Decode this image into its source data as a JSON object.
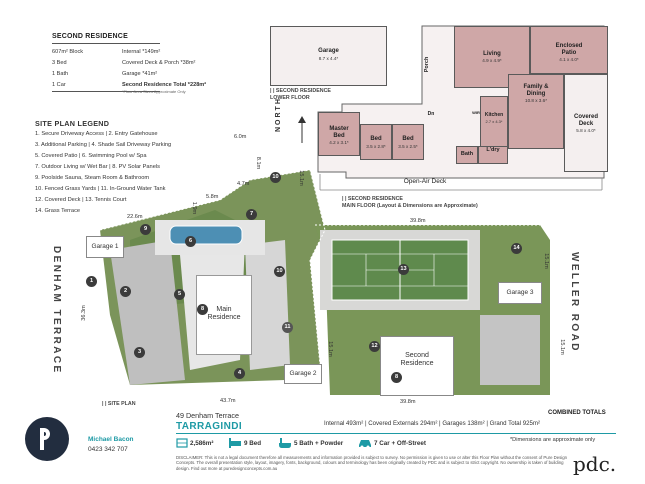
{
  "second_residence": {
    "title": "SECOND RESIDENCE",
    "rows": [
      {
        "left": "607m² Block",
        "right": "Internal *149m²"
      },
      {
        "left": "3 Bed",
        "right": "Covered Deck & Porch *38m²"
      },
      {
        "left": "1 Bath",
        "right": "Garage *41m²"
      },
      {
        "left": "1 Car",
        "right": "Second Residence Total *228m²"
      }
    ],
    "note": "*Floor Area Sizes Approximate Only"
  },
  "site_plan_legend": {
    "title": "SITE PLAN LEGEND",
    "items": [
      "1. Secure Driveway Access  |  2. Entry Gatehouse",
      "3. Additional Parking  |  4. Shade Sail Driveway Parking",
      "5. Covered Patio  |  6. Swimming Pool w/ Spa",
      "7. Outdoor Living w/ Wet Bar  |  8. PV Solar Panels",
      "9. Poolside Sauna, Steam Room & Bathroom",
      "10. Fenced Grass Yards  |  11. In-Ground Water Tank",
      "12. Covered Deck  |  13. Tennis Court",
      "14. Grass Terrace"
    ]
  },
  "lower_floor": {
    "garage_label": "Garage",
    "garage_dim": "8.7 x 4.4*",
    "caption": "| | SECOND RESIDENCE\nLOWER FLOOR"
  },
  "main_floor": {
    "rooms": {
      "living": {
        "name": "Living",
        "dim": "4.9 x 4.9*"
      },
      "enclosed_patio": {
        "name": "Enclosed\nPatio",
        "dim": "4.1 x 4.0*"
      },
      "family_dining": {
        "name": "Family &\nDining",
        "dim": "10.8 x 3.6*"
      },
      "covered_deck": {
        "name": "Covered\nDeck",
        "dim": "5.8 x 4.0*"
      },
      "master_bed": {
        "name": "Master\nBed",
        "dim": "4.2 x 3.1*"
      },
      "bed2": {
        "name": "Bed",
        "dim": "3.5 x 2.8*"
      },
      "bed3": {
        "name": "Bed",
        "dim": "3.5 x 2.5*"
      },
      "kitchen": {
        "name": "Kitchen",
        "dim": "2.7 x 4.3*"
      },
      "porch": "Porch",
      "wir": "WIR",
      "bath": "Bath",
      "ldry": "L'dry",
      "dn": "Dn",
      "open_air_deck": "Open-Air Deck"
    },
    "caption": "| | SECOND RESIDENCE\nMAIN FLOOR (Layout & Dimensions are Approximate)",
    "north": "NORTH"
  },
  "site_plan": {
    "caption": "| | SITE PLAN",
    "streets": {
      "left": "DENHAM TERRACE",
      "right": "WELLER ROAD"
    },
    "dims": [
      "6.0m",
      "8.1m",
      "15.1m",
      "4.7m",
      "5.8m",
      "1.9m",
      "22.6m",
      "39.8m",
      "15.1m",
      "15.1m",
      "36.3m",
      "43.7m",
      "39.8m",
      "15.1m"
    ],
    "buildings": {
      "main": "Main\nResidence",
      "second": "Second\nResidence",
      "garage1": "Garage 1",
      "garage2": "Garage 2",
      "garage3": "Garage 3"
    },
    "markers": [
      "1",
      "2",
      "3",
      "4",
      "5",
      "6",
      "7",
      "8",
      "8",
      "9",
      "10",
      "10",
      "10",
      "10",
      "11",
      "12",
      "13",
      "14"
    ]
  },
  "footer": {
    "agent_name": "Michael Bacon",
    "agent_phone": "0423 342 707",
    "address": "49 Denham Terrace",
    "suburb": "TARRAGINDI",
    "combined_title": "COMBINED TOTALS",
    "combined_line": "Internal 493m²  |  Covered Externals 294m²  |  Garages 138m²  |  Grand Total 925m²",
    "dims_note": "*Dimensions are approximate only",
    "stats": [
      "2,586m²",
      "9 Bed",
      "5 Bath + Powder",
      "7 Car + Off-Street"
    ],
    "disclaimer": "DISCLAIMER: This is not a legal document therefore all measurements and information provided is subject to survey. No permission is given to use or alter this Floor Plan without the consent of Pure Design Concepts. The overall presentation style, layout, imagery, fonts, background, colours and terminology has been originally created by PDC and is subject to strict copyright. No ownership is taken of building design. Find out more at puredesignconcepts.com.au",
    "logo": "pdc."
  },
  "colors": {
    "accent": "#1e9aa5",
    "room_fill": "#cfa7a7",
    "logo_bg": "#222d3f",
    "grass": "#6f8f4e",
    "court": "#5f8a4d"
  }
}
